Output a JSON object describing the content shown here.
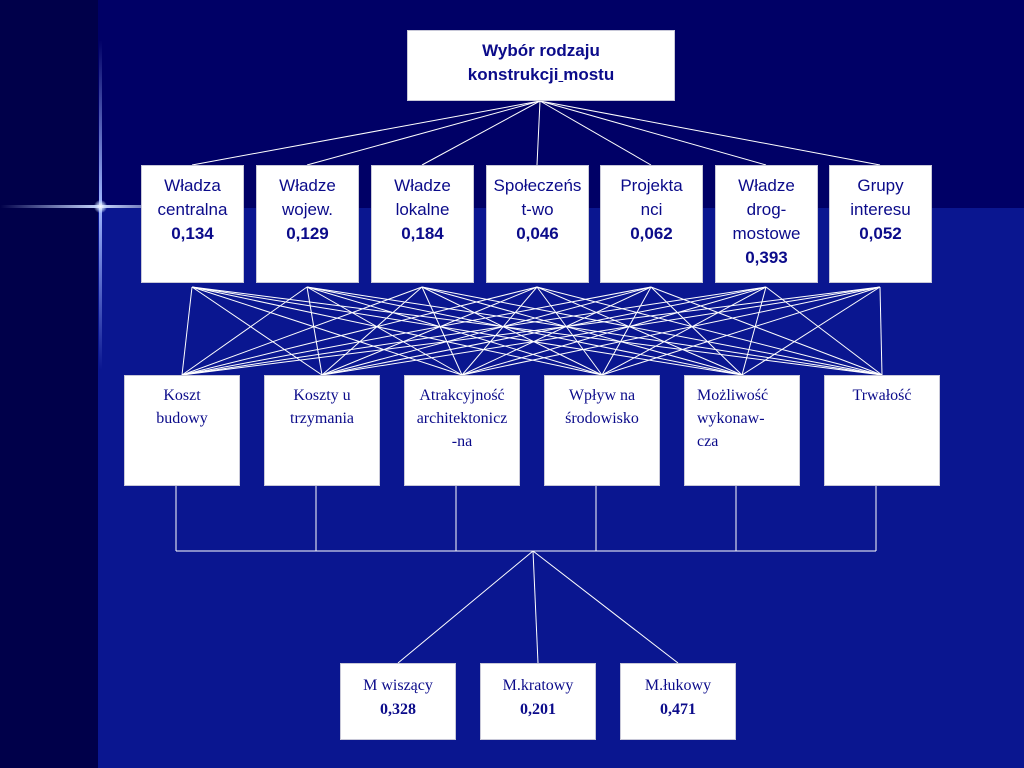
{
  "goal": {
    "line1": "Wybór rodzaju",
    "line2a": "konstrukcji",
    "line2b": " ",
    "line2c": "mostu"
  },
  "criteria": [
    {
      "lines": [
        "Władza",
        "centralna"
      ],
      "value": "0,134"
    },
    {
      "lines": [
        "Władze",
        "wojew."
      ],
      "value": "0,129"
    },
    {
      "lines": [
        "Władze",
        "lokalne"
      ],
      "value": "0,184"
    },
    {
      "lines": [
        "Społeczeńs",
        "t-wo"
      ],
      "value": "0,046"
    },
    {
      "lines": [
        "Projekta",
        "nci"
      ],
      "value": "0,062"
    },
    {
      "lines": [
        "Władze",
        "drog-",
        "mostowe"
      ],
      "value": "0,393"
    },
    {
      "lines": [
        "Grupy",
        "interesu"
      ],
      "value": "0,052"
    }
  ],
  "subcriteria": [
    {
      "lines": [
        "Koszt",
        "budowy"
      ]
    },
    {
      "lines": [
        "Koszty u",
        "trzymania"
      ]
    },
    {
      "lines": [
        "Atrakcyjność",
        "architektonicz",
        "-na"
      ]
    },
    {
      "lines": [
        "Wpływ na",
        "środowisko"
      ]
    },
    {
      "lines": [
        "Możliwość",
        "wykonaw-",
        "cza"
      ]
    },
    {
      "lines": [
        "Trwałość"
      ]
    }
  ],
  "variants": [
    {
      "label": "M wiszący",
      "value": "0,328"
    },
    {
      "label": "M.kratowy",
      "value": "0,201"
    },
    {
      "label": "M.łukowy",
      "value": "0,471"
    }
  ]
}
